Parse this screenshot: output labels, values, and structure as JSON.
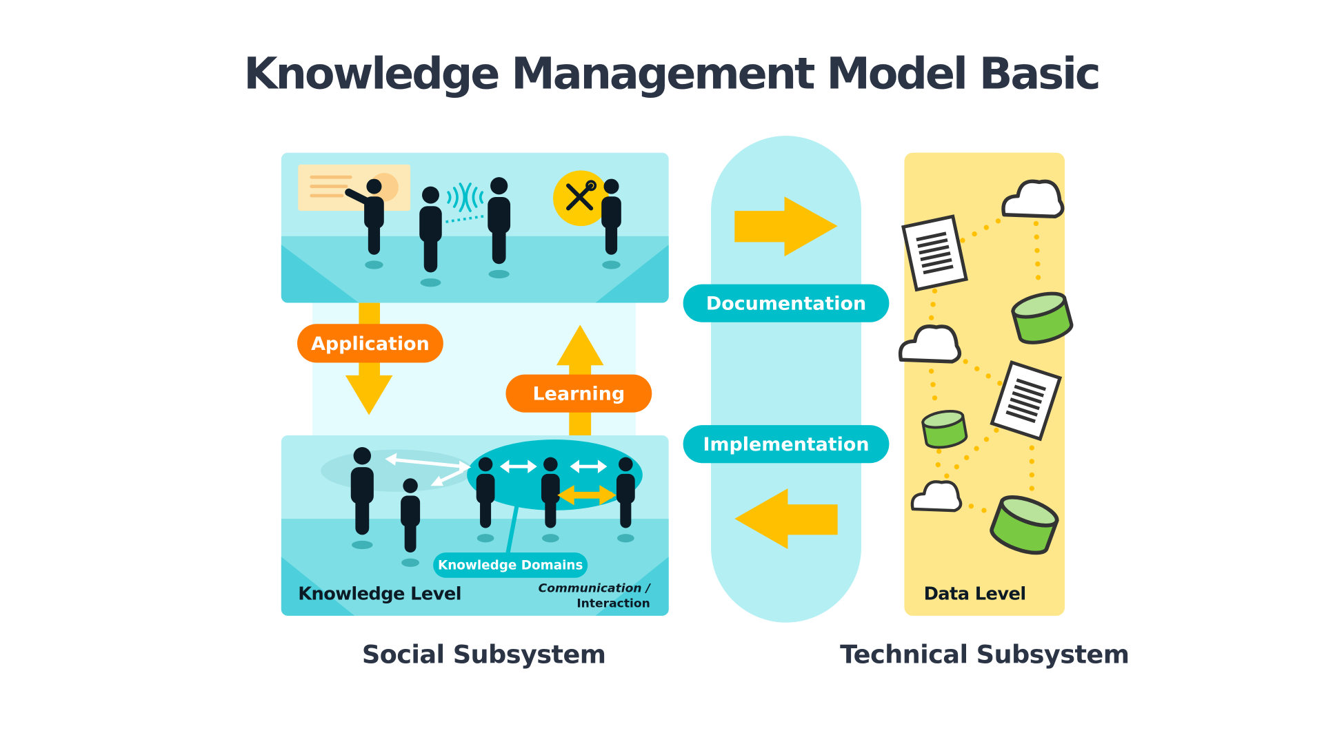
{
  "title": "Knowledge Management Model Basic",
  "labels": {
    "application": "Application",
    "learning": "Learning",
    "documentation": "Documentation",
    "implementation": "Implementation",
    "knowledge_domains": "Knowledge Domains",
    "knowledge_level": "Knowledge Level",
    "communication_line1": "Communication /",
    "communication_line2": "Interaction",
    "data_level": "Data Level"
  },
  "subsystems": {
    "social": "Social Subsystem",
    "technical": "Technical Subsystem"
  },
  "colors": {
    "title": "#2b3445",
    "teal": "#00bfca",
    "light_teal": "#b3eef2",
    "orange": "#ff7a00",
    "yellow_arrow": "#ffc000",
    "data_panel": "#fee78a",
    "person": "#0b1a24"
  }
}
